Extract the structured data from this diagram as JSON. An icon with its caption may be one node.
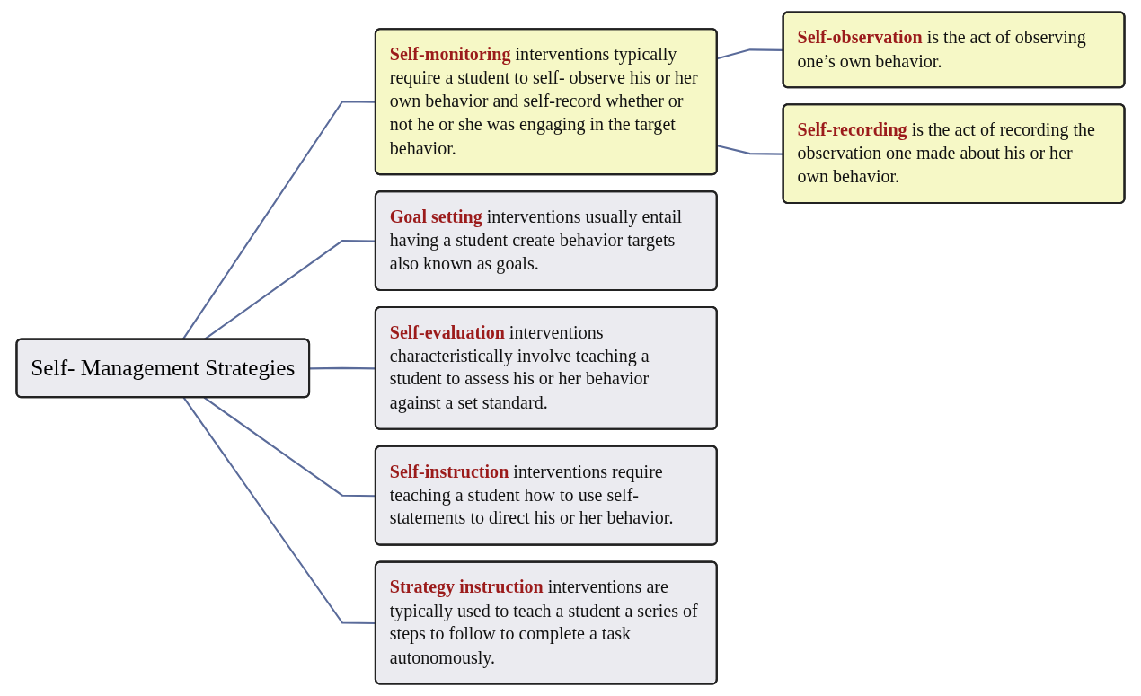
{
  "diagram": {
    "nodes": [
      {
        "text": [
          "Self- Management Strategies"
        ]
      },
      {
        "text": [
          "**Self-monitoring** interventions typically require a student to self- observe his or her own behavior and self-record whether or not he or she was engaging in the target behavior."
        ]
      },
      {
        "text": [
          "**Goal setting** interventions usually entail having a student create behavior targets also known as goals."
        ]
      },
      {
        "text": [
          "**Self-evaluation** interventions characteristically involve teaching a student to assess his or her behavior against a set standard."
        ]
      },
      {
        "text": [
          "**Self-instruction** interventions require teaching a student how to use self- statements to direct his or her behavior."
        ]
      },
      {
        "text": [
          "**Strategy instruction** interventions are typically used to teach a student a series of steps to follow to complete a task autonomously."
        ]
      },
      {
        "text": [
          "**Self-observation** is the act of observing one’s own behavior."
        ]
      },
      {
        "text": [
          "**Self-recording** is the act of recording the observation one made about his or her own behavior."
        ]
      }
    ],
    "edges": [
      {
        "from": 0,
        "to": 1,
        "arrow": "none"
      },
      {
        "from": 0,
        "to": 2,
        "arrow": "none"
      },
      {
        "from": 0,
        "to": 3,
        "arrow": "none"
      },
      {
        "from": 0,
        "to": 4,
        "arrow": "none"
      },
      {
        "from": 0,
        "to": 5,
        "arrow": "none"
      },
      {
        "from": 1,
        "to": 6,
        "arrow": "none"
      },
      {
        "from": 1,
        "to": 7,
        "arrow": "none"
      }
    ]
  }
}
